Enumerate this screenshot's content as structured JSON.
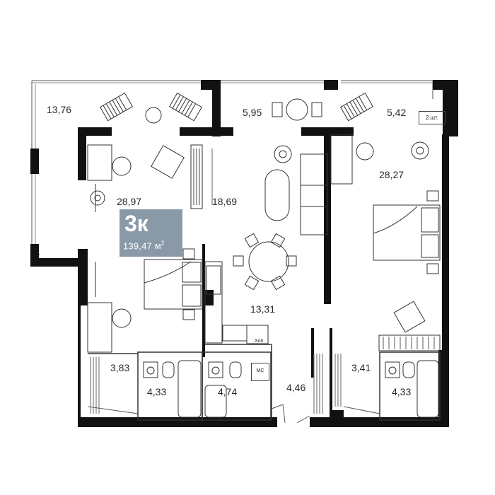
{
  "plan": {
    "apartment_type": "3к",
    "total_area": "139,47",
    "total_unit": "м",
    "total_unit_sup": "2",
    "rooms": [
      {
        "id": "terrace-left",
        "label": "13,76"
      },
      {
        "id": "terrace-mid",
        "label": "5,95"
      },
      {
        "id": "terrace-right",
        "label": "5,42"
      },
      {
        "id": "bedroom-left",
        "label": "28,97"
      },
      {
        "id": "wardrobe",
        "label": "18,69"
      },
      {
        "id": "bedroom-right",
        "label": "28,27"
      },
      {
        "id": "living-kitchen",
        "label": "13,31"
      },
      {
        "id": "closet-left",
        "label": "3,83"
      },
      {
        "id": "bath-left",
        "label": "4,33"
      },
      {
        "id": "bath-mid",
        "label": "4,74"
      },
      {
        "id": "hall",
        "label": "4,46"
      },
      {
        "id": "closet-right",
        "label": "3,41"
      },
      {
        "id": "bath-right",
        "label": "4,33"
      }
    ],
    "tags": {
      "two_pcs": "2 шт.",
      "fridge": "Хол.",
      "washer": "МС"
    }
  },
  "colors": {
    "wall": "#111111",
    "badge_bg": "#8a99a7",
    "line": "#444444"
  }
}
